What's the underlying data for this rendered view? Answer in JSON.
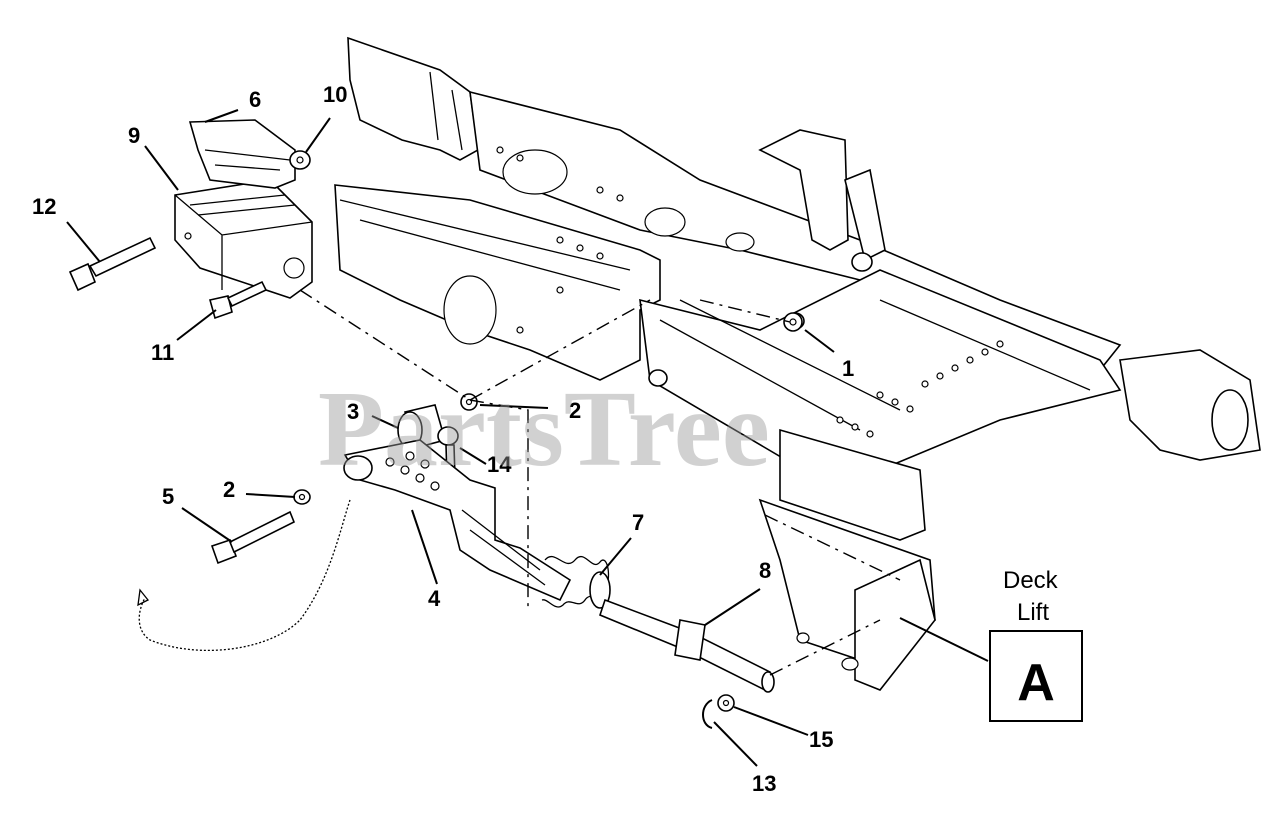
{
  "watermark": "PartsTree",
  "callouts": [
    {
      "id": "c1",
      "label": "1"
    },
    {
      "id": "c2a",
      "label": "2"
    },
    {
      "id": "c2b",
      "label": "2"
    },
    {
      "id": "c3",
      "label": "3"
    },
    {
      "id": "c4",
      "label": "4"
    },
    {
      "id": "c5",
      "label": "5"
    },
    {
      "id": "c6",
      "label": "6"
    },
    {
      "id": "c7",
      "label": "7"
    },
    {
      "id": "c8",
      "label": "8"
    },
    {
      "id": "c9",
      "label": "9"
    },
    {
      "id": "c10",
      "label": "10"
    },
    {
      "id": "c11",
      "label": "11"
    },
    {
      "id": "c12",
      "label": "12"
    },
    {
      "id": "c13",
      "label": "13"
    },
    {
      "id": "c14",
      "label": "14"
    },
    {
      "id": "c15",
      "label": "15"
    }
  ],
  "reference_box": {
    "caption_line1": "Deck",
    "caption_line2": "Lift",
    "letter": "A"
  }
}
